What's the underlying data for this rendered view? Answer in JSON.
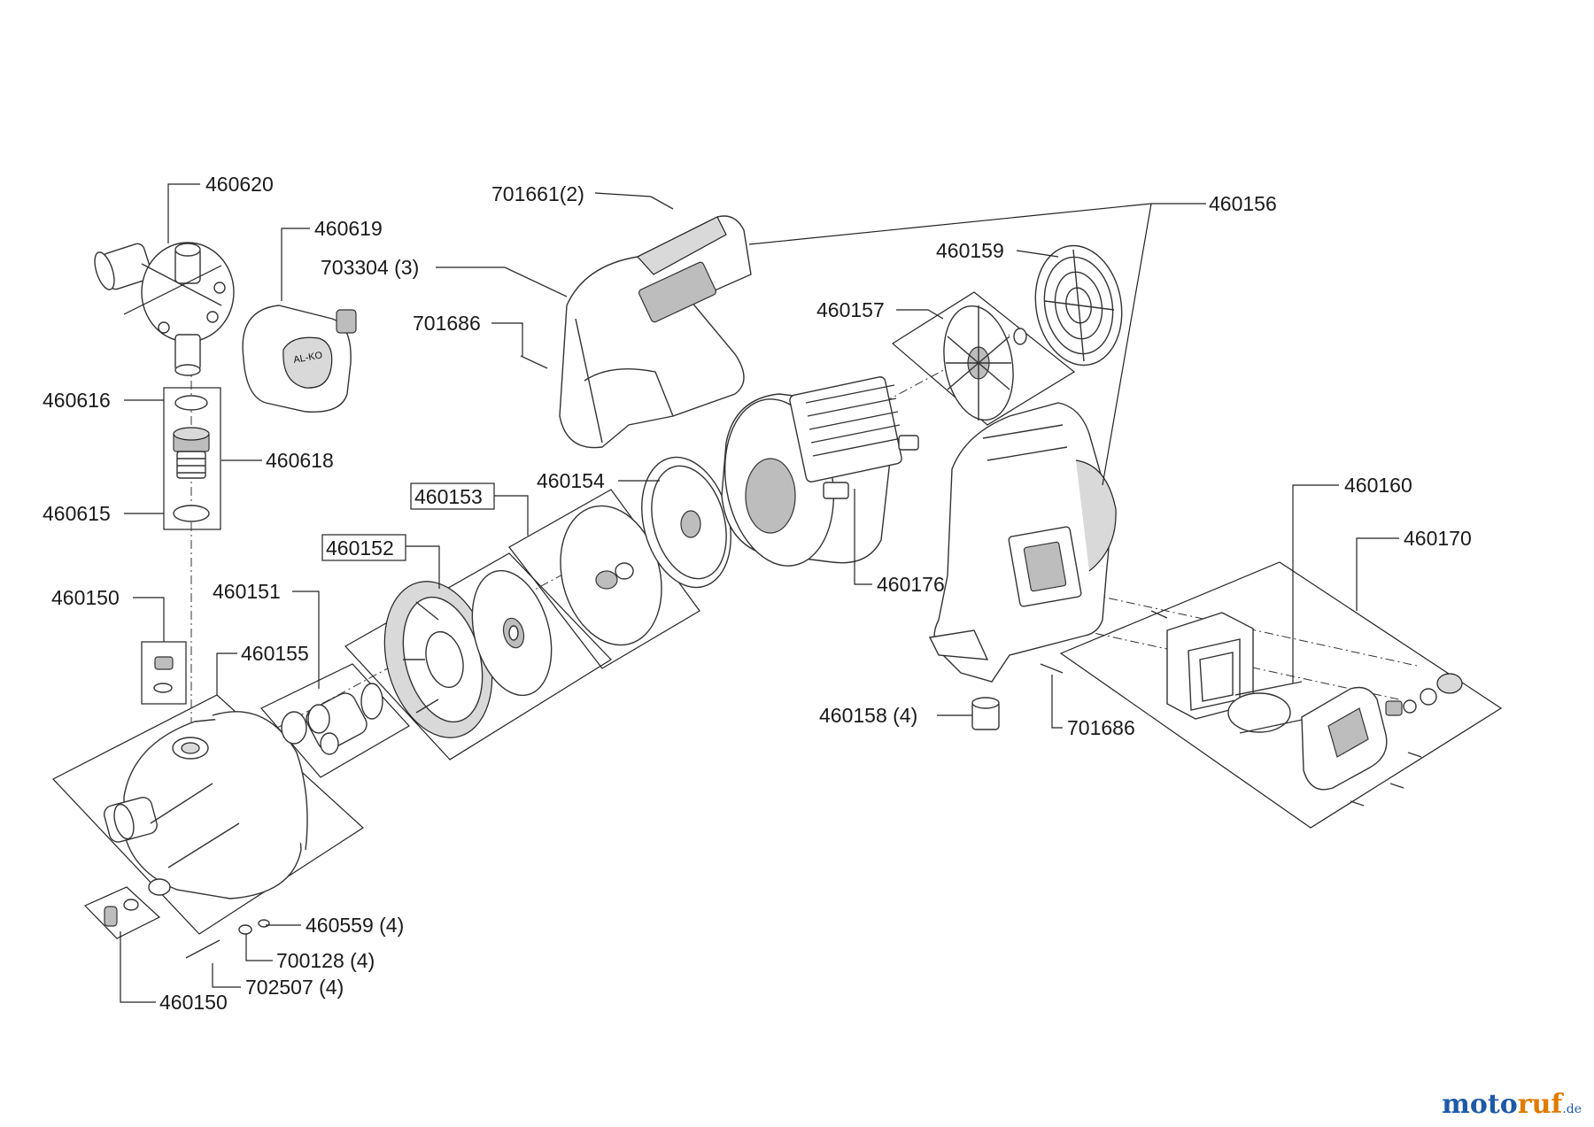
{
  "labels": {
    "l460620": "460620",
    "l460619": "460619",
    "l460616": "460616",
    "l460618": "460618",
    "l460615": "460615",
    "l460150_top": "460150",
    "l460151": "460151",
    "l460155": "460155",
    "l460152": "460152",
    "l460153": "460153",
    "l460154": "460154",
    "l701661": "701661(2)",
    "l703304": "703304 (3)",
    "l701686_top": "701686",
    "l460157": "460157",
    "l460159": "460159",
    "l460156": "460156",
    "l460176": "460176",
    "l460160": "460160",
    "l460170": "460170",
    "l460158": "460158 (4)",
    "l701686_bottom": "701686",
    "l460559": "460559 (4)",
    "l700128": "700128 (4)",
    "l702507": "702507 (4)",
    "l460150_bottom": "460150"
  },
  "watermark": {
    "part1": "moto",
    "part2": "ruf",
    "part3": ".de"
  }
}
